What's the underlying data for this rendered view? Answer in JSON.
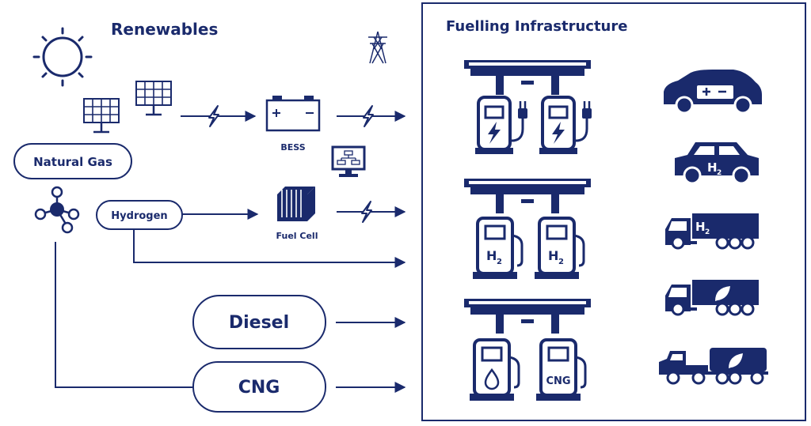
{
  "sources": {
    "renewables": "Renewables",
    "natural_gas": "Natural Gas",
    "hydrogen": "Hydrogen",
    "diesel": "Diesel",
    "cng": "CNG"
  },
  "components": {
    "bess": "BESS",
    "fuel_cell": "Fuel Cell"
  },
  "infrastructure": {
    "title": "Fuelling Infrastructure",
    "h2_label": "H",
    "h2_sub": "2",
    "cng_label": "CNG"
  },
  "colors": {
    "primary": "#1a2a6c",
    "background": "#ffffff"
  }
}
